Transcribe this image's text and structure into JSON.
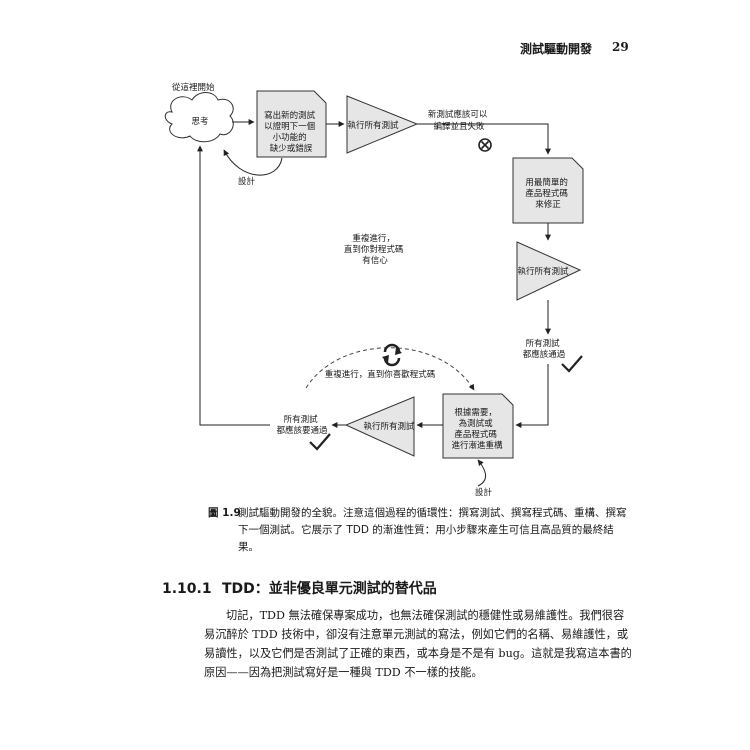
{
  "header": {
    "title": "測試驅動開發",
    "page_number": "29"
  },
  "diagram": {
    "start_label": "從這裡開始",
    "think": "思考",
    "write_test": [
      "寫出新的測試",
      "以證明下一個",
      "小功能的",
      "缺少或錯誤"
    ],
    "design_left": "設計",
    "run_tests_top": "執行所有測試",
    "should_fail": [
      "新測試應該可以",
      "編譯並且失敗"
    ],
    "simplest_code": [
      "用最簡單的",
      "產品程式碼",
      "來修正"
    ],
    "run_tests_right": "執行所有測試",
    "all_pass_right": [
      "所有測試",
      "都應該通過"
    ],
    "repeat_confident": [
      "重複進行，",
      "直到你對程式碼",
      "有信心"
    ],
    "repeat_like": "重複進行，直到你喜歡程式碼",
    "refactor": [
      "根據需要，",
      "為測試或",
      "產品程式碼",
      "進行漸進重構"
    ],
    "design_bottom": "設計",
    "run_tests_bottom": "執行所有測試",
    "all_pass_bottom": [
      "所有測試",
      "都應該要通過"
    ]
  },
  "caption": {
    "label": "圖 1.9",
    "text": "測試驅動開發的全貌。注意這個過程的循環性：撰寫測試、撰寫程式碼、重構、撰寫下一個測試。它展示了 TDD 的漸進性質：用小步驟來產生可信且高品質的最終結果。"
  },
  "section": {
    "number": "1.10.1",
    "title": "TDD：並非優良單元測試的替代品"
  },
  "body": {
    "paragraph": "切記，TDD 無法確保專案成功，也無法確保測試的穩健性或易維護性。我們很容易沉醉於 TDD 技術中，卻沒有注意單元測試的寫法，例如它們的名稱、易維護性，或易讀性，以及它們是否測試了正確的東西，或本身是不是有 bug。這就是我寫這本書的原因——因為把測試寫好是一種與 TDD 不一樣的技能。"
  }
}
